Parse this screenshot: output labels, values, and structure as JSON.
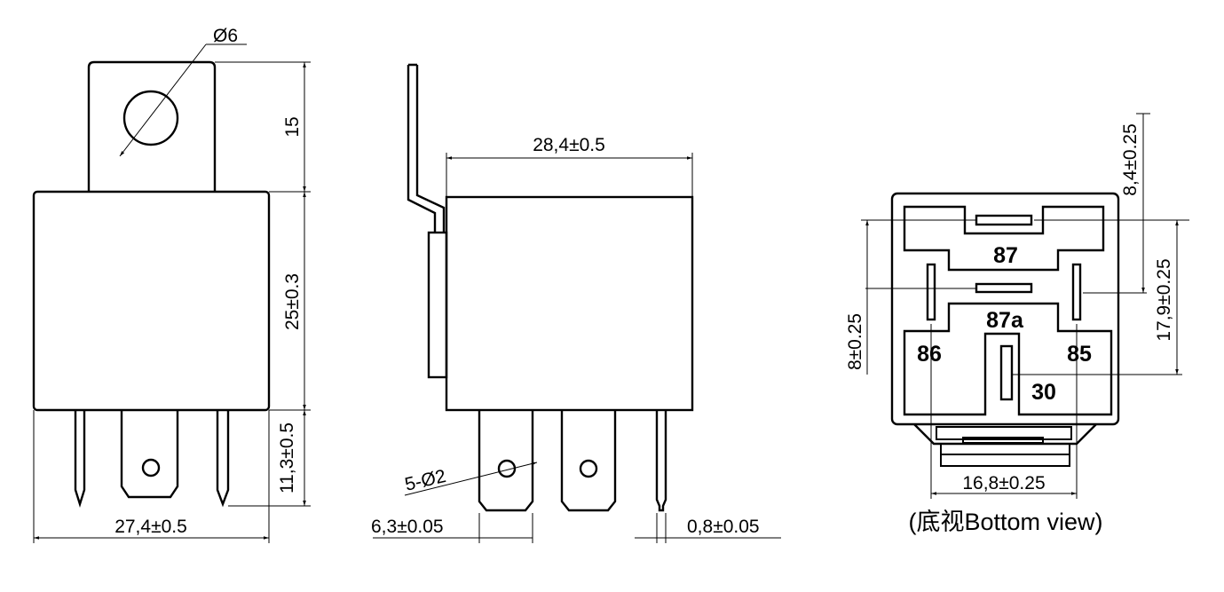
{
  "front_view": {
    "hole_diameter": "Ø6",
    "tab_height": "15",
    "body_height": "25±0.3",
    "pin_length": "11,3±0.5",
    "width": "27,4±0.5"
  },
  "side_view": {
    "length": "28,4±0.5",
    "hole_callout": "5-Ø2",
    "tab_width": "6,3±0.05",
    "pin_thickness": "0,8±0.05"
  },
  "bottom_view": {
    "pins": [
      "87",
      "87a",
      "86",
      "85",
      "30"
    ],
    "dim_top": "8,4±0.25",
    "dim_right": "17,9±0.25",
    "dim_left": "8±0.25",
    "dim_bottom": "16,8±0.25",
    "caption": "(底视Bottom view)"
  }
}
